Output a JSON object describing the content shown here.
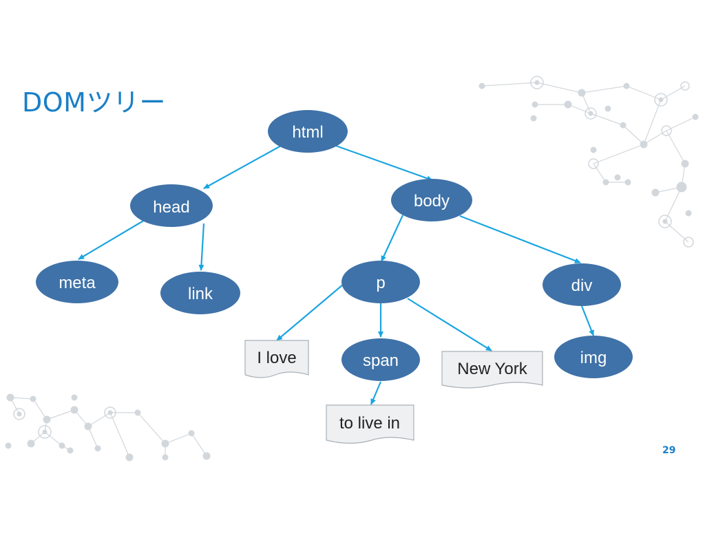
{
  "slide": {
    "title": "DOMツリー",
    "page_number": "29"
  },
  "colors": {
    "title": "#1a7fc6",
    "node_fill": "#3f72a8",
    "edge": "#1aa5e0",
    "note_fill": "#eef0f2",
    "note_stroke": "#a9b0b7",
    "network_decor": "#d2d7dc"
  },
  "tree": {
    "nodes": [
      {
        "id": "html",
        "label": "html"
      },
      {
        "id": "head",
        "label": "head"
      },
      {
        "id": "body",
        "label": "body"
      },
      {
        "id": "meta",
        "label": "meta"
      },
      {
        "id": "link",
        "label": "link"
      },
      {
        "id": "p",
        "label": "p"
      },
      {
        "id": "div",
        "label": "div"
      },
      {
        "id": "span",
        "label": "span"
      },
      {
        "id": "img",
        "label": "img"
      }
    ],
    "text_nodes": [
      {
        "id": "i-love",
        "label": "I love"
      },
      {
        "id": "to-live-in",
        "label": "to live in"
      },
      {
        "id": "new-york",
        "label": "New York"
      }
    ],
    "edges": [
      {
        "from": "html",
        "to": "head"
      },
      {
        "from": "html",
        "to": "body"
      },
      {
        "from": "head",
        "to": "meta"
      },
      {
        "from": "head",
        "to": "link"
      },
      {
        "from": "body",
        "to": "p"
      },
      {
        "from": "body",
        "to": "div"
      },
      {
        "from": "p",
        "to": "i-love"
      },
      {
        "from": "p",
        "to": "span"
      },
      {
        "from": "p",
        "to": "new-york"
      },
      {
        "from": "span",
        "to": "to-live-in"
      },
      {
        "from": "div",
        "to": "img"
      }
    ]
  }
}
